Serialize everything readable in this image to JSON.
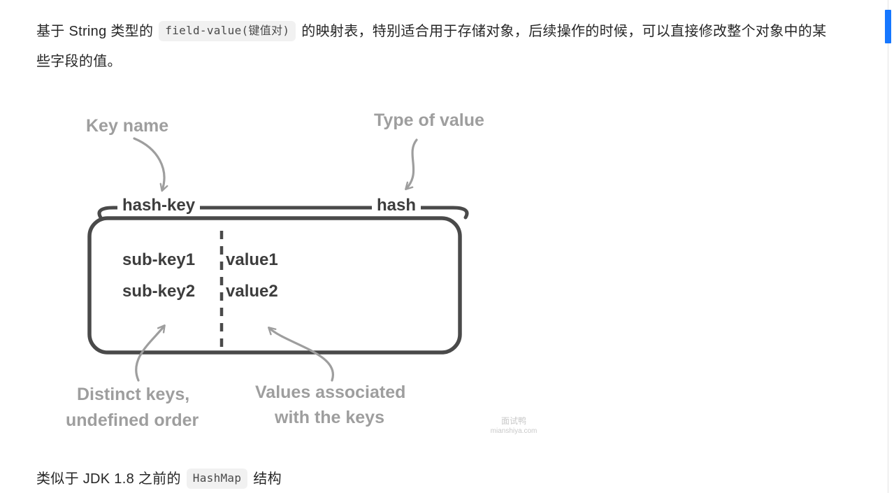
{
  "paragraphs": {
    "intro_prefix": "基于 String 类型的",
    "intro_code": "field-value(键值对)",
    "intro_suffix": "的映射表，特别适合用于存储对象，后续操作的时候，可以直接修改整个对象中的某些字段的值。",
    "outro_prefix": "类似于 JDK 1.8 之前的",
    "outro_code": "HashMap",
    "outro_suffix": "结构"
  },
  "diagram": {
    "key_name_label": "Key name",
    "type_of_value_label": "Type of value",
    "hash_key_label": "hash-key",
    "hash_label": "hash",
    "rows": [
      {
        "key": "sub-key1",
        "value": "value1"
      },
      {
        "key": "sub-key2",
        "value": "value2"
      }
    ],
    "distinct_keys_line1": "Distinct keys,",
    "distinct_keys_line2": "undefined order",
    "values_line1": "Values associated",
    "values_line2": "with the keys"
  },
  "watermark": {
    "line1": "面试鸭",
    "line2": "mianshiya.com"
  },
  "colors": {
    "scrollbar_accent": "#1677ff",
    "diagram_line": "#4a4a4a",
    "diagram_label_gray": "#9e9e9e",
    "body_text": "#262626",
    "code_background": "#f1f1f1",
    "watermark_gray": "#c9c9c9"
  }
}
